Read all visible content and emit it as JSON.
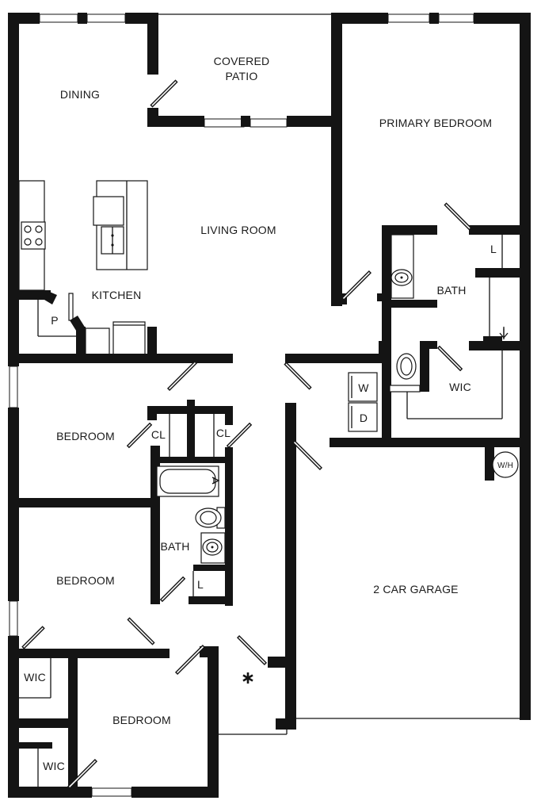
{
  "rooms": {
    "dining": "DINING",
    "covered_patio_line1": "COVERED",
    "covered_patio_line2": "PATIO",
    "primary_bedroom": "PRIMARY BEDROOM",
    "living_room": "LIVING ROOM",
    "kitchen": "KITCHEN",
    "pantry": "P",
    "primary_bath": "BATH",
    "linen_primary": "L",
    "primary_wic": "WIC",
    "washer": "W",
    "dryer": "D",
    "water_heater": "W/H",
    "bedroom_2": "BEDROOM",
    "closet_1": "CL",
    "closet_2": "CL",
    "hall_bath": "BATH",
    "linen_hall": "L",
    "bedroom_3": "BEDROOM",
    "wic_3": "WIC",
    "bedroom_4": "BEDROOM",
    "wic_4": "WIC",
    "garage": "2 CAR GARAGE"
  },
  "icons": {
    "entry_marker": "asterisk-icon"
  }
}
